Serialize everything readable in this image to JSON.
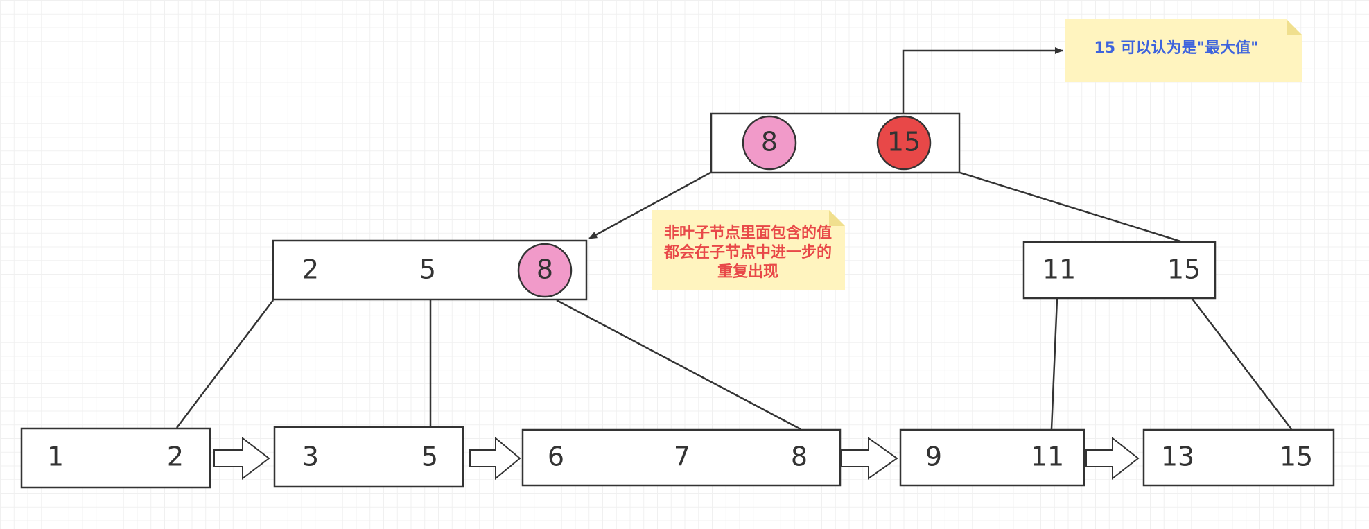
{
  "colors": {
    "stroke": "#333333",
    "highlight_pink": "#f19ac9",
    "highlight_red": "#e84848",
    "note_fill": "#fff4bf",
    "note_corner": "#f0df8e",
    "note_text_blue": "#3d63dd",
    "note_text_red": "#e84848"
  },
  "root": {
    "key_1": "8",
    "key_2": "15"
  },
  "internal_left": {
    "key_1": "2",
    "key_2": "5",
    "key_3": "8"
  },
  "internal_right": {
    "key_1": "11",
    "key_2": "15"
  },
  "leaves": [
    {
      "keys": [
        "1",
        "2"
      ]
    },
    {
      "keys": [
        "3",
        "5"
      ]
    },
    {
      "keys": [
        "6",
        "7",
        "8"
      ]
    },
    {
      "keys": [
        "9",
        "11"
      ]
    },
    {
      "keys": [
        "13",
        "15"
      ]
    }
  ],
  "notes": {
    "max_value": "15 可以认为是\"最大值\"",
    "repeat_line_1": "非叶子节点里面包含的值",
    "repeat_line_2": "都会在子节点中进一步的",
    "repeat_line_3": "重复出现"
  }
}
